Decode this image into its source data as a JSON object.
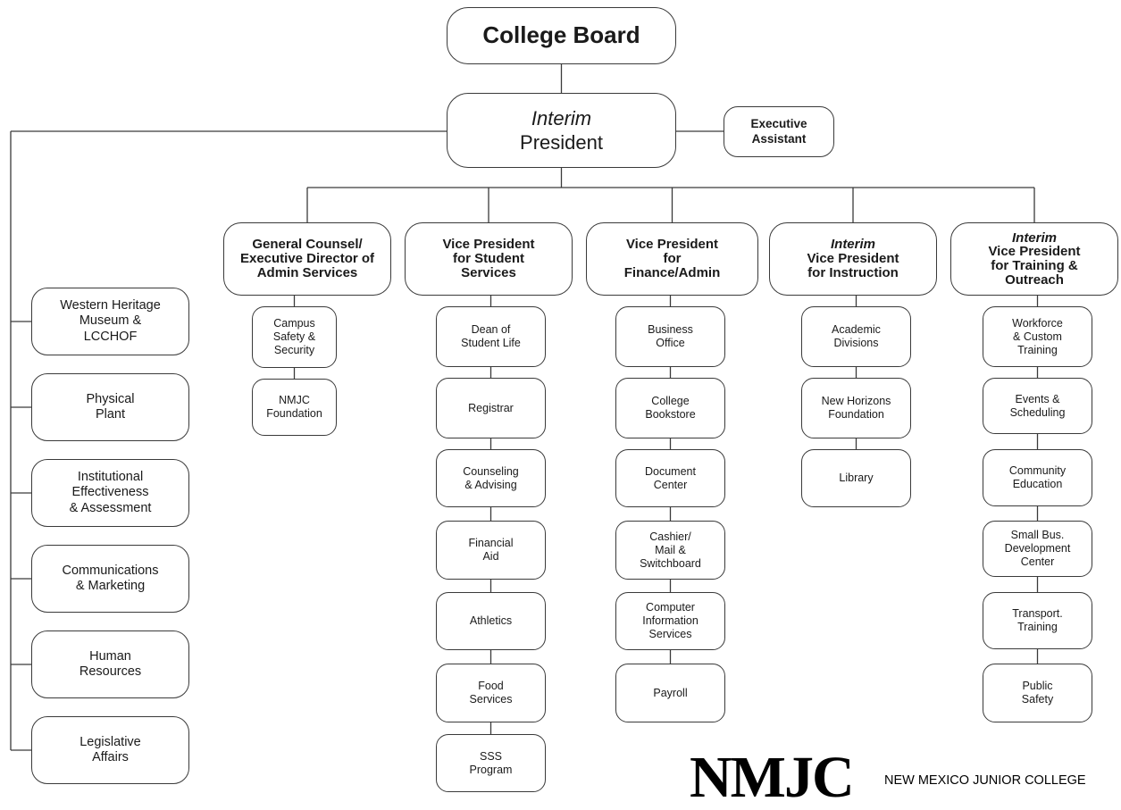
{
  "board": {
    "label": "College Board"
  },
  "president": {
    "qualifier": "Interim",
    "title": "President"
  },
  "executive_assistant": {
    "label": "Executive\nAssistant"
  },
  "left_column": [
    {
      "label": "Western Heritage\nMuseum &\nLCCHOF"
    },
    {
      "label": "Physical\nPlant"
    },
    {
      "label": "Institutional\nEffectiveness\n& Assessment"
    },
    {
      "label": "Communications\n& Marketing"
    },
    {
      "label": "Human\nResources"
    },
    {
      "label": "Legislative\nAffairs"
    }
  ],
  "divisions": [
    {
      "qualifier": "",
      "title": "General Counsel/\nExecutive Director of\nAdmin Services",
      "units": [
        "Campus\nSafety &\nSecurity",
        "NMJC\nFoundation"
      ]
    },
    {
      "qualifier": "",
      "title": "Vice President\nfor Student\nServices",
      "units": [
        "Dean of\nStudent Life",
        "Registrar",
        "Counseling\n& Advising",
        "Financial\nAid",
        "Athletics",
        "Food\nServices",
        "SSS\nProgram"
      ]
    },
    {
      "qualifier": "",
      "title": "Vice President\nfor\nFinance/Admin",
      "units": [
        "Business\nOffice",
        "College\nBookstore",
        "Document\nCenter",
        "Cashier/\nMail &\nSwitchboard",
        "Computer\nInformation\nServices",
        "Payroll"
      ]
    },
    {
      "qualifier": "Interim",
      "title": "Vice President\nfor Instruction",
      "units": [
        "Academic\nDivisions",
        "New Horizons\nFoundation",
        "Library"
      ]
    },
    {
      "qualifier": "Interim",
      "title": "Vice President\nfor Training &\nOutreach",
      "units": [
        "Workforce\n& Custom\nTraining",
        "Events &\nScheduling",
        "Community\nEducation",
        "Small Bus.\nDevelopment\nCenter",
        "Transport.\nTraining",
        "Public\nSafety"
      ]
    }
  ],
  "logo": {
    "mark": "NMJC",
    "name": "NEW MEXICO JUNIOR COLLEGE"
  },
  "colors": {
    "line": "#3a3a3a",
    "box_border": "#3a3a3a",
    "text": "#1a1a1a",
    "background": "#ffffff"
  }
}
